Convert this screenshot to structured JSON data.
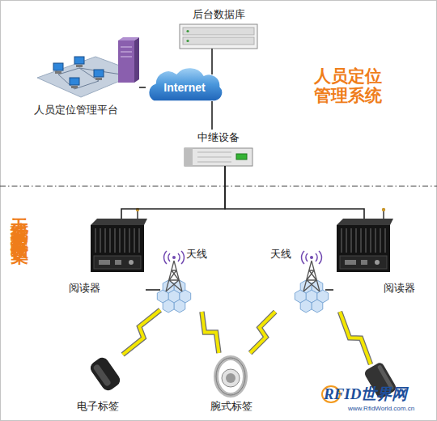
{
  "diagram": {
    "nodes": [
      {
        "text": [
          "后台数据库"
        ]
      },
      {
        "text": [
          "人员定位管理平台"
        ]
      },
      {
        "text": [
          "Internet"
        ]
      },
      {
        "text": [
          "中继设备"
        ]
      },
      {
        "text": [
          "阅读器"
        ]
      },
      {
        "text": [
          "天线"
        ]
      },
      {
        "text": [
          "天线"
        ]
      },
      {
        "text": [
          "阅读器"
        ]
      },
      {
        "text": [
          "电子标签"
        ]
      },
      {
        "text": [
          "腕式标签"
        ]
      }
    ],
    "edges": [
      {
        "from": 0,
        "to": 2,
        "arrow": "none"
      },
      {
        "from": 1,
        "to": 2,
        "arrow": "none"
      },
      {
        "from": 2,
        "to": 3,
        "arrow": "none"
      },
      {
        "from": 3,
        "to": 4,
        "arrow": "none"
      },
      {
        "from": 3,
        "to": 7,
        "arrow": "none"
      },
      {
        "from": 4,
        "to": 5,
        "arrow": "none"
      },
      {
        "from": 7,
        "to": 6,
        "arrow": "none"
      },
      {
        "from": 5,
        "to": 8,
        "arrow": "none"
      },
      {
        "from": 5,
        "to": 9,
        "arrow": "none"
      },
      {
        "from": 6,
        "to": 9,
        "arrow": "none"
      }
    ],
    "labels": [
      "人员定位 管理系统",
      "无线覆盖数据收集",
      "RFID世界网",
      "www.RfidWorld.com.cn"
    ]
  }
}
